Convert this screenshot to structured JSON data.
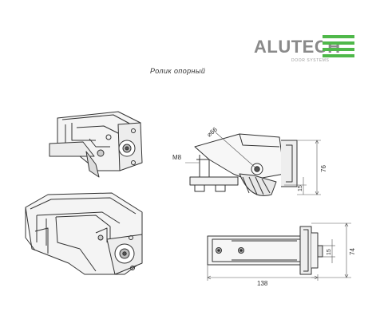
{
  "brand": {
    "name": "ALUTECH",
    "tagline": "DOOR SYSTEMS",
    "accent": "#4fb84a",
    "text_color": "#8a8a8a"
  },
  "title": "Ролик опорный",
  "side_view": {
    "thread_label": "M8",
    "diameter_label": "⌀66",
    "height_label": "76",
    "axle_label": "15"
  },
  "top_view": {
    "length_label": "138",
    "height_label": "74",
    "axle_label": "15"
  }
}
